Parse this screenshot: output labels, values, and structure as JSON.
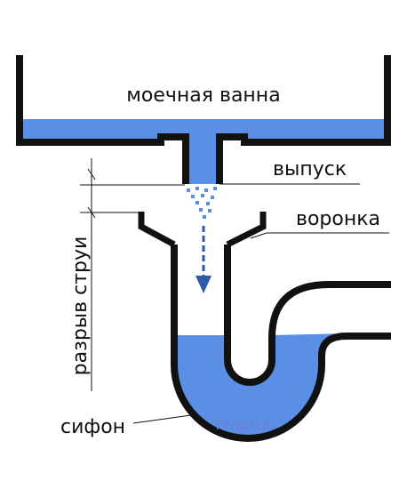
{
  "labels": {
    "sink": "моечная ванна",
    "outlet": "выпуск",
    "funnel": "воронка",
    "air_gap": "разрыв струи",
    "siphon": "сифон"
  },
  "watermark": "TWspb.ru",
  "colors": {
    "water": "#5b8fe6",
    "wall": "#111111",
    "arrow": "#2e5aa8",
    "watermark": "#6b7fd6"
  }
}
